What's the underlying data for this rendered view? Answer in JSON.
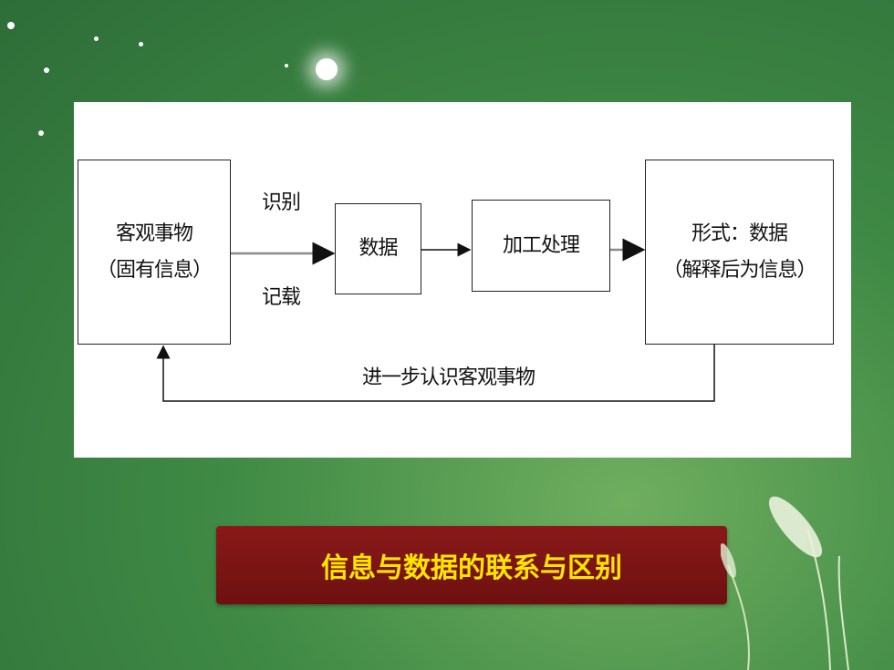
{
  "diagram": {
    "box_object": {
      "line1": "客观事物",
      "line2": "（固有信息）"
    },
    "label_recognize": "识别",
    "label_record": "记载",
    "box_data": "数据",
    "box_process": "加工处理",
    "box_form": {
      "line1": "形式：数据",
      "line2": "（解释后为信息）"
    },
    "feedback_label": "进一步认识客观事物"
  },
  "banner": {
    "title": "信息与数据的联系与区别"
  },
  "colors": {
    "background": "#3f8a45",
    "banner": "#7a1414",
    "banner_text": "#ffe600"
  }
}
